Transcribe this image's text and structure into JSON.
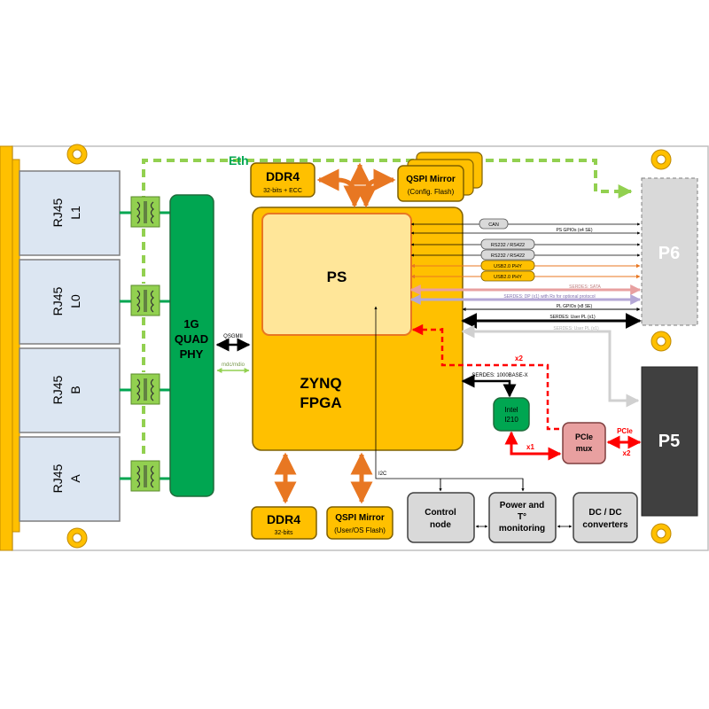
{
  "labels": {
    "eth": "Eth",
    "rj45": "RJ45",
    "rj45_ports": [
      "L1",
      "L0",
      "B",
      "A"
    ],
    "phy_lines": [
      "1G",
      "QUAD",
      "PHY"
    ],
    "qsgmii": "QSGMII",
    "mdio": "mdc/mdio",
    "ddr4_top_title": "DDR4",
    "ddr4_top_sub": "32-bits + ECC",
    "qspi_top_title": "QSPI Mirror",
    "qspi_top_sub": "(Config. Flash)",
    "ps": "PS",
    "zynq_lines": [
      "ZYNQ",
      "FPGA"
    ],
    "p6": "P6",
    "p5": "P5",
    "pills": [
      "CAN",
      "RS232 / RS422",
      "RS232 / RS422",
      "USB2.0 PHY",
      "USB2.0 PHY"
    ],
    "bus": {
      "ps_gpio": "PS GPIOs (x4 SE)",
      "sata": "SERDES: SATA",
      "dp": "SERDES: DP (x1) with Rx for optional protocol",
      "pl_gpio": "PL GPIOs (x8 SE)",
      "user_pl1": "SERDES: User PL (x1)",
      "user_pl1_gray": "SERDES: User PL (x1)",
      "serdes_1000": "SERDES: 1000BASE-X"
    },
    "x2_top": "x2",
    "x1": "x1",
    "pcie_label": "PCIe",
    "pcie_x2": "x2",
    "intel_lines": [
      "Intel",
      "I210"
    ],
    "pcie_mux_lines": [
      "PCIe",
      "mux"
    ],
    "i2c": "I2C",
    "ddr4_bottom_title": "DDR4",
    "ddr4_bottom_sub": "32-bits",
    "qspi_bottom_title": "QSPI Mirror",
    "qspi_bottom_sub": "(User/OS Flash)",
    "control_node_lines": [
      "Control",
      "node"
    ],
    "power_lines": [
      "Power and",
      "T°",
      "monitoring"
    ],
    "dcdc_lines": [
      "DC / DC",
      "converters"
    ]
  },
  "colors": {
    "fpga": "#ffc000",
    "ps": "#ffe699",
    "phy_green": "#00a651",
    "eth_green": "#92d050",
    "orange_arrow": "#e87722",
    "pcie_red": "#ff0000",
    "pcie_mux": "#e8a0a0",
    "gray_box": "#d9d9d9",
    "p5_dark": "#404040",
    "rj45_fill": "#dce6f2"
  }
}
